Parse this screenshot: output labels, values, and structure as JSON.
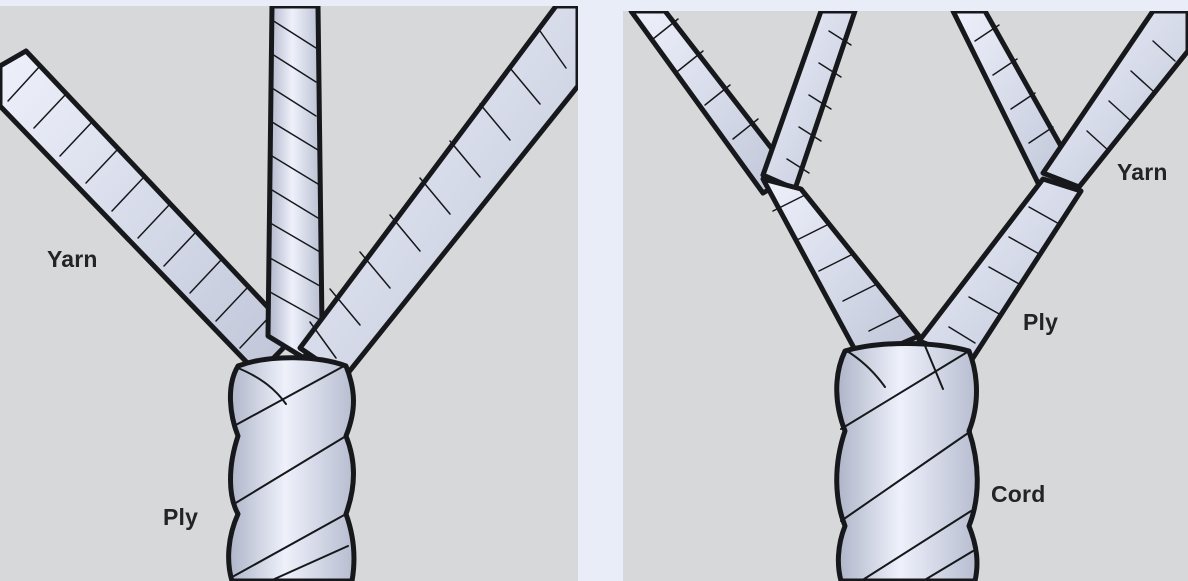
{
  "left_panel": {
    "labels": {
      "yarn": "Yarn",
      "ply": "Ply"
    }
  },
  "right_panel": {
    "labels": {
      "yarn": "Yarn",
      "ply": "Ply",
      "cord": "Cord"
    }
  },
  "colors": {
    "background": "#e9edf7",
    "panel": "#d6d8da",
    "rope_light": "#eef1fb",
    "rope_mid": "#c9cfe2",
    "rope_dark": "#a9afc4",
    "outline": "#17181b",
    "label_text": "#222426"
  }
}
